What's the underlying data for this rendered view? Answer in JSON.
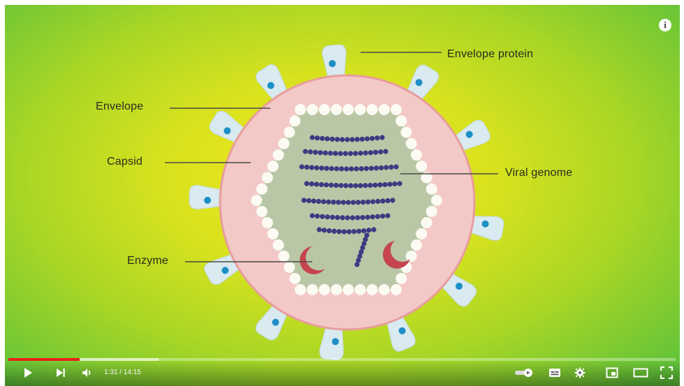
{
  "video": {
    "labels": {
      "envelope_protein": "Envelope protein",
      "envelope": "Envelope",
      "capsid": "Capsid",
      "viral_genome": "Viral genome",
      "enzyme": "Enzyme"
    },
    "colors": {
      "background_center": "#f2e91f",
      "background_edge": "#5fc23a",
      "envelope": "#f3c9c7",
      "capsid_beads": "#fbfbf3",
      "capsid_interior": "#b9c7a6",
      "genome": "#3b3a82",
      "enzyme": "#c5454e",
      "spike": "#d9eaf0",
      "spike_dot": "#1d8fc6"
    }
  },
  "player": {
    "info_icon": "i",
    "time_display": "1:31 / 14:15",
    "progress_played": 0.107,
    "progress_loaded": 0.225,
    "icons": [
      "play-icon",
      "next-icon",
      "volume-icon",
      "autoplay-toggle-icon",
      "subtitles-icon",
      "settings-icon",
      "miniplayer-icon",
      "theater-mode-icon",
      "fullscreen-icon"
    ],
    "accent_color": "#e62117"
  }
}
